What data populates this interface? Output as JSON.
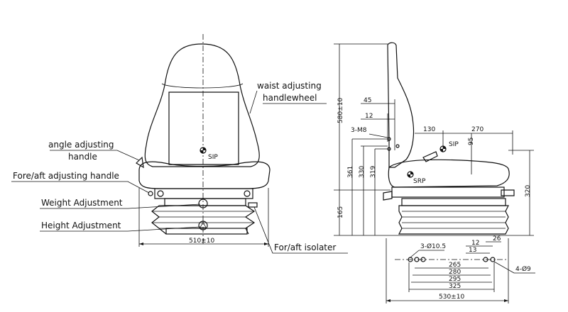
{
  "front_view": {
    "labels": {
      "waist": [
        "waist adjusting",
        "handlewheel"
      ],
      "angle": [
        "angle adjusting",
        "handle"
      ],
      "fore_aft": "Fore/aft adjusting handle",
      "weight": "Weight Adjustment",
      "height": "Height Adjustment",
      "isolater": "For/aft isolater",
      "sip": "SIP"
    },
    "dims": {
      "width": "510±10"
    }
  },
  "side_view": {
    "labels": {
      "sip": "SIP",
      "srp": "SRP",
      "m8": "3-M8"
    },
    "dims": {
      "d45": "45",
      "d12": "12",
      "d130": "130",
      "d270": "270",
      "d95": "95",
      "h580": "580±10",
      "h361": "361",
      "h330": "330",
      "h319": "319",
      "h165": "165",
      "h320": "320"
    }
  },
  "base_plan": {
    "labels": {
      "holes_small": "3-Ø10.5",
      "holes_large": "4-Ø9"
    },
    "dims": {
      "d12": "12",
      "d26": "26",
      "d13": "13",
      "d265": "265",
      "d280": "280",
      "d295": "295",
      "d325": "325",
      "d530": "530±10"
    }
  }
}
